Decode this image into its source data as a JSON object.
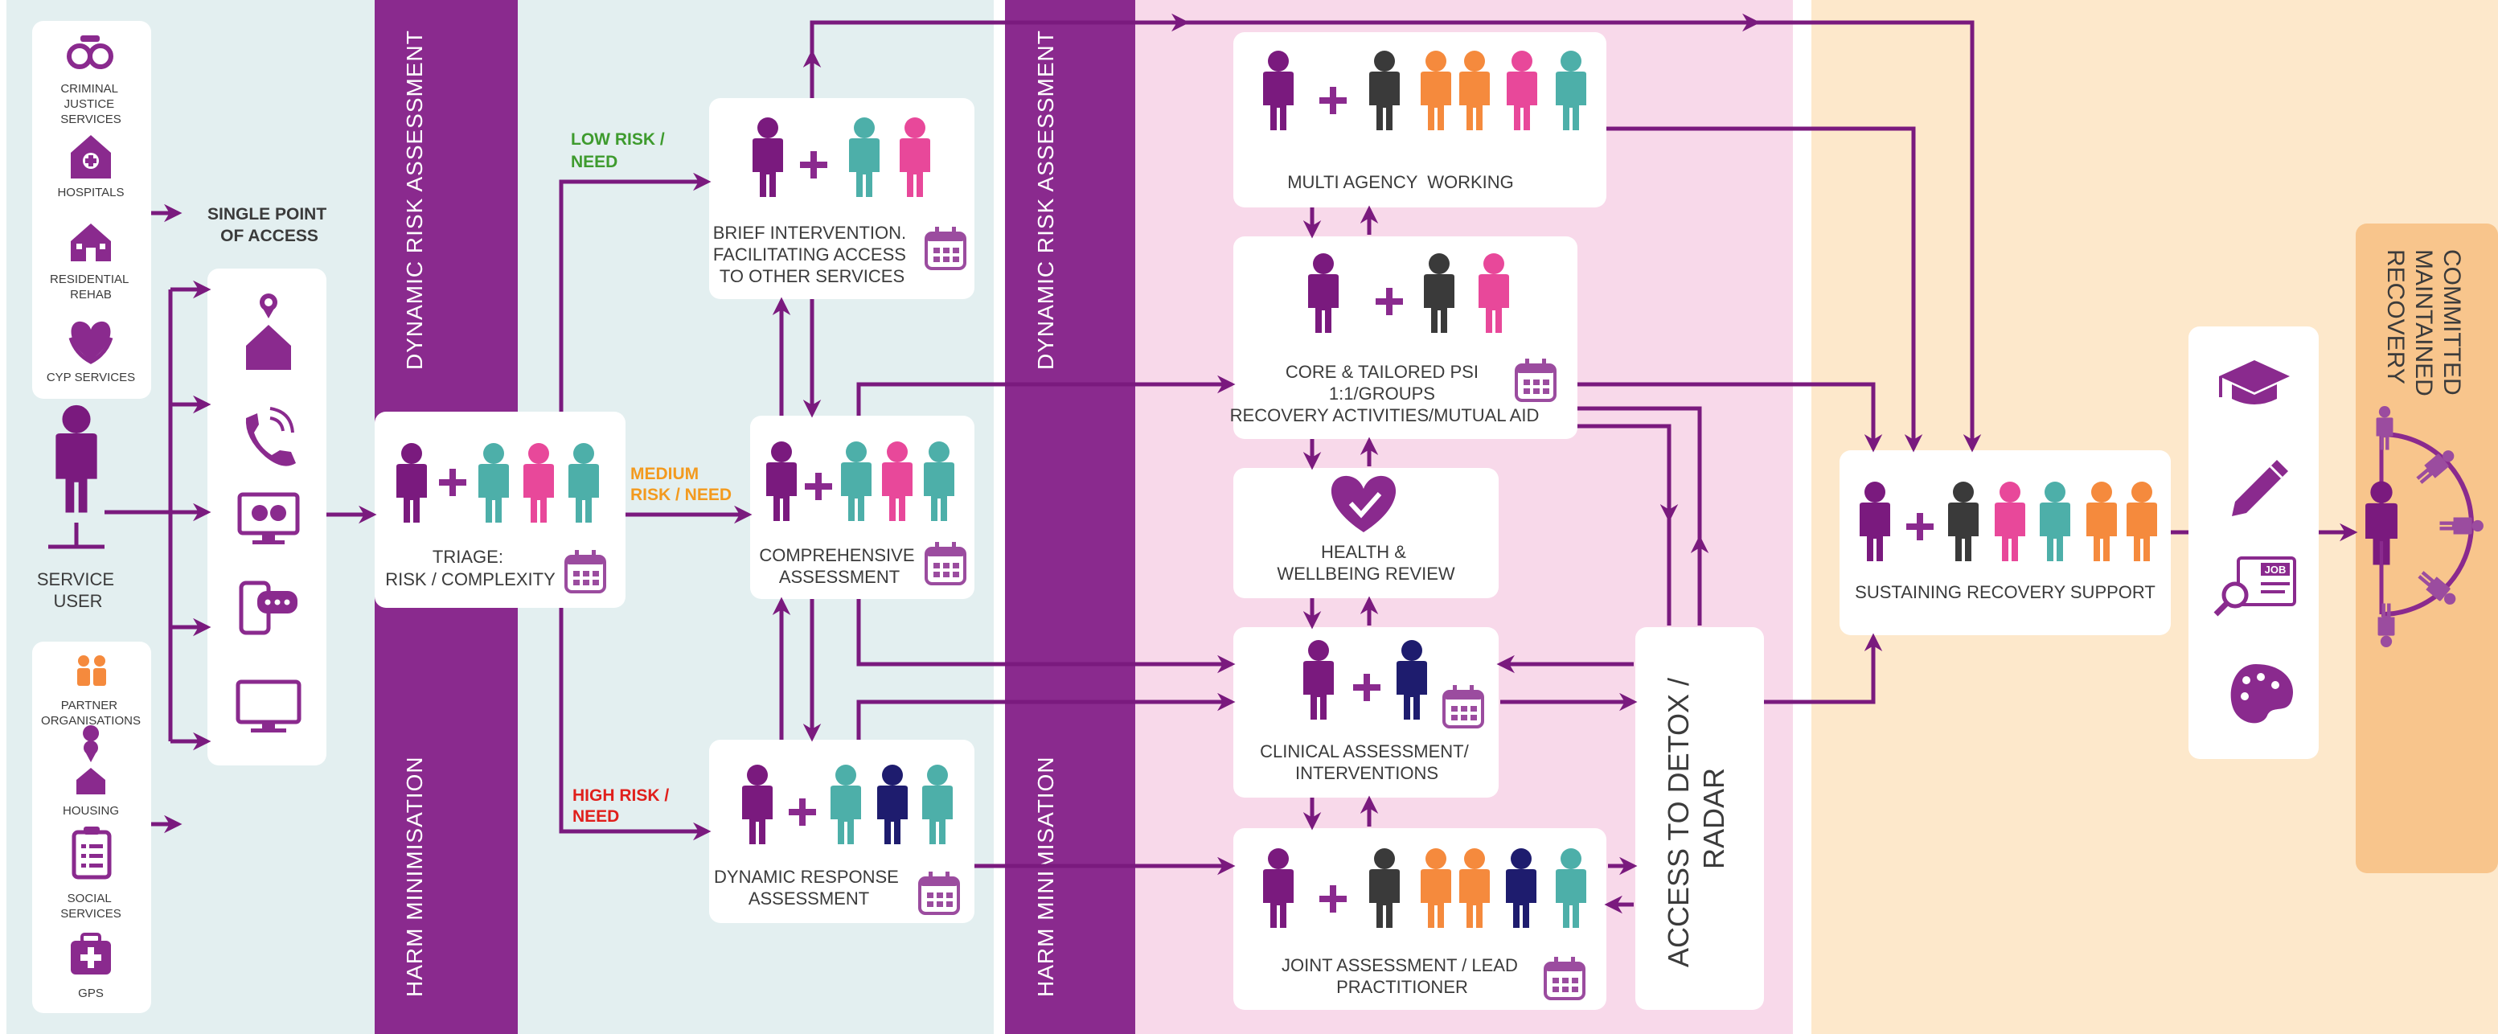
{
  "colors": {
    "purple": "#7A1A7E",
    "band_purple": "#8A2A8E",
    "teal": "#4DAFA9",
    "pink": "#E8489A",
    "orange": "#F58A3D",
    "navy": "#1E1C6E",
    "dark": "#3A3A3A",
    "green": "#3E9B2E",
    "amber": "#F39A1E",
    "red": "#E0201C",
    "bg_teal": "#E3EFF0",
    "bg_pink": "#F8D9EA",
    "bg_peach": "#FDE8CB",
    "bg_committed": "#F8C58C"
  },
  "icons": [
    "handcuffs-icon",
    "hospital-icon",
    "house-icon",
    "heart-hands-icon",
    "people-icon",
    "location-house-icon",
    "phone-icon",
    "social-monitor-icon",
    "mobile-chat-icon",
    "monitor-icon",
    "calendar-icon",
    "heart-check-icon",
    "graduation-cap-icon",
    "pencil-icon",
    "job-search-icon",
    "palette-icon"
  ],
  "referrals_top": {
    "criminal_justice": [
      "CRIMINAL",
      "JUSTICE",
      "SERVICES"
    ],
    "hospitals": "HOSPITALS",
    "residential_rehab": [
      "RESIDENTIAL",
      "REHAB"
    ],
    "cyp_services": "CYP SERVICES"
  },
  "referrals_bottom": {
    "partner_orgs": [
      "PARTNER",
      "ORGANISATIONS"
    ],
    "housing": "HOUSING",
    "social_services": [
      "SOCIAL",
      "SERVICES"
    ],
    "gps": "GPS"
  },
  "service_user": [
    "SERVICE",
    "USER"
  ],
  "single_point": [
    "SINGLE POINT",
    "OF ACCESS"
  ],
  "bands": {
    "dynamic_risk": "DYNAMIC RISK ASSESSMENT",
    "harm_min": "HARM MINIMISATION"
  },
  "triage": [
    "TRIAGE:",
    "RISK / COMPLEXITY"
  ],
  "risk_labels": {
    "low": [
      "LOW RISK /",
      "NEED"
    ],
    "medium": [
      "MEDIUM",
      "RISK / NEED"
    ],
    "high": [
      "HIGH RISK /",
      "NEED"
    ]
  },
  "brief": [
    "BRIEF INTERVENTION.",
    "FACILITATING ACCESS",
    "TO OTHER SERVICES"
  ],
  "comprehensive": [
    "COMPREHENSIVE",
    "ASSESSMENT"
  ],
  "dynamic_response": [
    "DYNAMIC RESPONSE",
    "ASSESSMENT"
  ],
  "multi_agency": "MULTI AGENCY  WORKING",
  "core_psi": [
    "CORE & TAILORED PSI",
    "1:1/GROUPS",
    "RECOVERY ACTIVITIES/MUTUAL AID"
  ],
  "health": [
    "HEALTH &",
    "WELLBEING REVIEW"
  ],
  "clinical": [
    "CLINICAL ASSESSMENT/",
    "INTERVENTIONS"
  ],
  "joint": [
    "JOINT ASSESSMENT / LEAD",
    "PRACTITIONER"
  ],
  "detox": [
    "ACCESS TO DETOX /",
    "RADAR"
  ],
  "sustaining": "SUSTAINING RECOVERY SUPPORT",
  "committed": [
    "COMMITTED",
    "MAINTAINED",
    "RECOVERY"
  ],
  "job_badge": "JOB"
}
